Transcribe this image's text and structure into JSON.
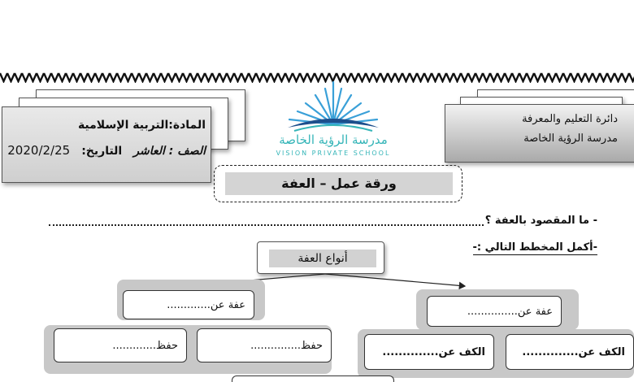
{
  "left_header": {
    "subject": "المادة:التربية الإسلامية",
    "grade": "الصف : العاشر",
    "date_label": "التاريخ:",
    "date_value": "2020/2/25"
  },
  "right_header": {
    "line1": "دائرة التعليم والمعرفة",
    "line2": "مدرسة الرؤية الخاصة"
  },
  "logo": {
    "name_ar": "مدرسة الرؤية الخاصة",
    "name_en": "VISION PRIVATE SCHOOL",
    "color": "#35b5b8"
  },
  "title": "ورقة عمل – العفة",
  "questions": {
    "q1": "- ما المقصود بالعفة ؟",
    "q2": "-أكمل المخطط التالي :-"
  },
  "diagram": {
    "root": "أنواع العفة",
    "left_branch": "عفة عن.............",
    "right_branch": "عفة عن...............",
    "left_children": [
      "حفظ.............",
      "حفظ..............."
    ],
    "right_children": [
      "الكف عن..............",
      "الكف عن.............."
    ]
  }
}
